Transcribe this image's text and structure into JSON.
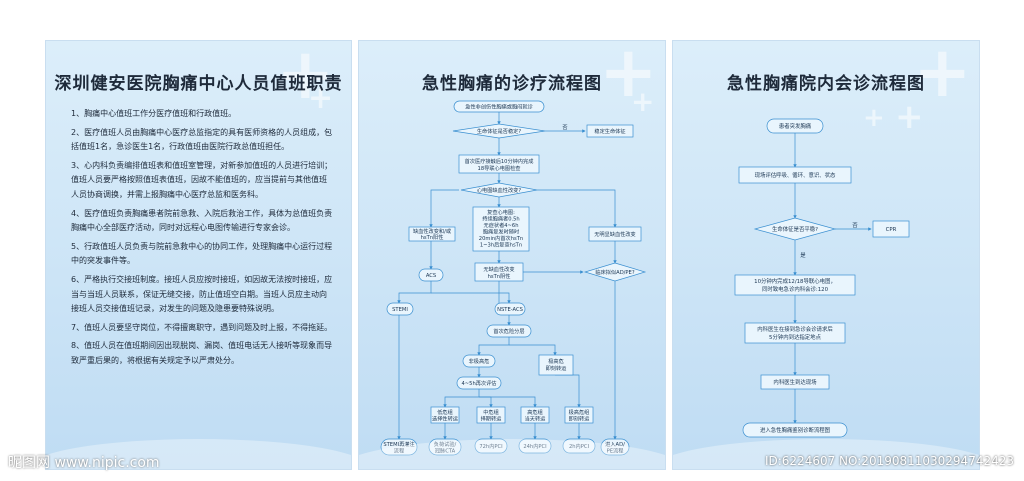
{
  "panel1": {
    "title": "深圳健安医院胸痛中心人员值班职责",
    "duties": [
      "1、胸痛中心值班工作分医疗值班和行政值班。",
      "2、医疗值班人员由胸痛中心医疗总监指定的具有医师资格的人员组成，包括值班1名，急诊医生1名，行政值班由医院行政总值班担任。",
      "3、心内科负责编排值班表和值班室管理，对新参加值班的人员进行培训；值班人员要严格按照值班表值班，因故不能值班的，应当提前与其他值班人员协商调换，并需上报胸痛中心医疗总监和医务科。",
      "4、医疗值班负责胸痛患者院前急救、入院后救治工作，具体为总值班负责胸痛中心全部医疗活动，同时对远程心电图传输进行专家会诊。",
      "5、行政值班人员负责与院前急救中心的协同工作，处理胸痛中心运行过程中的突发事件等。",
      "6、严格执行交接班制度。接班人员应按时接班，如因故无法按时接班，应当与当班人员联系，保证无缝交接，防止值班空白期。当班人员应主动向接班人员交接值班记录，对发生的问题及隐患要特殊说明。",
      "7、值班人员要坚守岗位，不得擅离职守，遇到问题及时上报，不得拖延。",
      "8、值班人员在值班期间因出现脱岗、漏岗、值班电话无人接听等现象而导致严重后果的，将根据有关规定予以严肃处分。"
    ]
  },
  "panel2": {
    "title": "急性胸痛的诊疗流程图",
    "nodes": {
      "start": "急性非创伤性胸痛或胸闷就诊",
      "vitals": "生命体征是否稳定?",
      "no": "否",
      "stabilize": "稳定生命体征",
      "first_ecg": "首次医疗接触后10分钟内完成",
      "first_ecg2": "18导联心电图检查",
      "ecg_q": "心电图缺血性改变?",
      "recheck1": "复查心电图:",
      "recheck2": "持续胸痛者0.5h",
      "recheck3": "无症状者4~6h",
      "recheck4": "胸痛复发时随时",
      "recheck5": "20min内首次hsTn",
      "recheck6": "1~3h后复查hsTn",
      "ischemic1": "缺血性改变和/或",
      "ischemic2": "hsTn阳性",
      "no_ischemic": "无明显缺血性改变",
      "no_change1": "无缺血性改变",
      "no_change2": "hsTn阴性",
      "suspect": "临床拟似AD/PE?",
      "acs": "ACS",
      "stemi": "STEMI",
      "nste": "NSTE-ACS",
      "risk": "首次危险分层",
      "nonhigh": "非极高危",
      "veryhigh1": "极高危",
      "veryhigh2": "即刻转运",
      "reeval": "4~5h再次评估",
      "low1": "低危组",
      "low2": "选择性转运",
      "mid1": "中危组",
      "mid2": "择期转运",
      "high1": "高危组",
      "high2": "当天转运",
      "vh1": "极高危组",
      "vh2": "即刻转运",
      "stemi_out1": "STEMI再灌注",
      "stemi_out2": "流程",
      "cta1": "负荷试验/",
      "cta2": "冠脉CTA",
      "pci72": "72h内PCI",
      "pci24": "24h内PCI",
      "pci2": "2h内PCI",
      "adpe1": "进入AD/",
      "adpe2": "PE流程"
    }
  },
  "panel3": {
    "title": "急性胸痛院内会诊流程图",
    "nodes": {
      "start": "患者突发胸痛",
      "assess": "现场评估呼吸、循环、意识、状态",
      "vitals": "生命体征是否平稳?",
      "no": "否",
      "cpr": "CPR",
      "yes": "是",
      "ecg1": "10分钟内完成12/18导联心电图，",
      "ecg2": "同时致电急诊内科会诊:120",
      "consult1": "内科医生在接到急诊会诊请求后",
      "consult2": "5分钟内到达指定地点",
      "arrive": "内科医生到达现场",
      "enter": "进入急性胸痛鉴别诊断流程图"
    }
  },
  "watermarks": {
    "left": "昵图网 www.nipic.com",
    "right": "ID:6224607 NO:20190811030294742423"
  }
}
